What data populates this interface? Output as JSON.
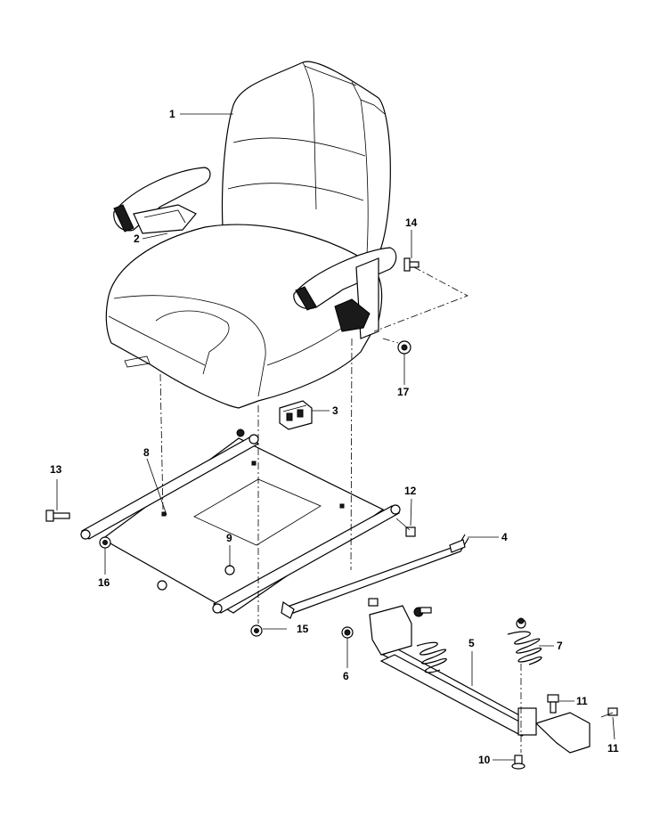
{
  "callouts": [
    {
      "id": "1",
      "text": "1"
    },
    {
      "id": "2",
      "text": "2"
    },
    {
      "id": "3",
      "text": "3"
    },
    {
      "id": "4",
      "text": "4"
    },
    {
      "id": "5",
      "text": "5"
    },
    {
      "id": "6",
      "text": "6"
    },
    {
      "id": "7",
      "text": "7"
    },
    {
      "id": "8",
      "text": "8"
    },
    {
      "id": "9",
      "text": "9"
    },
    {
      "id": "10",
      "text": "10"
    },
    {
      "id": "11a",
      "text": "11"
    },
    {
      "id": "11b",
      "text": "11"
    },
    {
      "id": "12",
      "text": "12"
    },
    {
      "id": "13",
      "text": "13"
    },
    {
      "id": "14",
      "text": "14"
    },
    {
      "id": "15",
      "text": "15"
    },
    {
      "id": "16",
      "text": "16"
    },
    {
      "id": "17",
      "text": "17"
    }
  ]
}
